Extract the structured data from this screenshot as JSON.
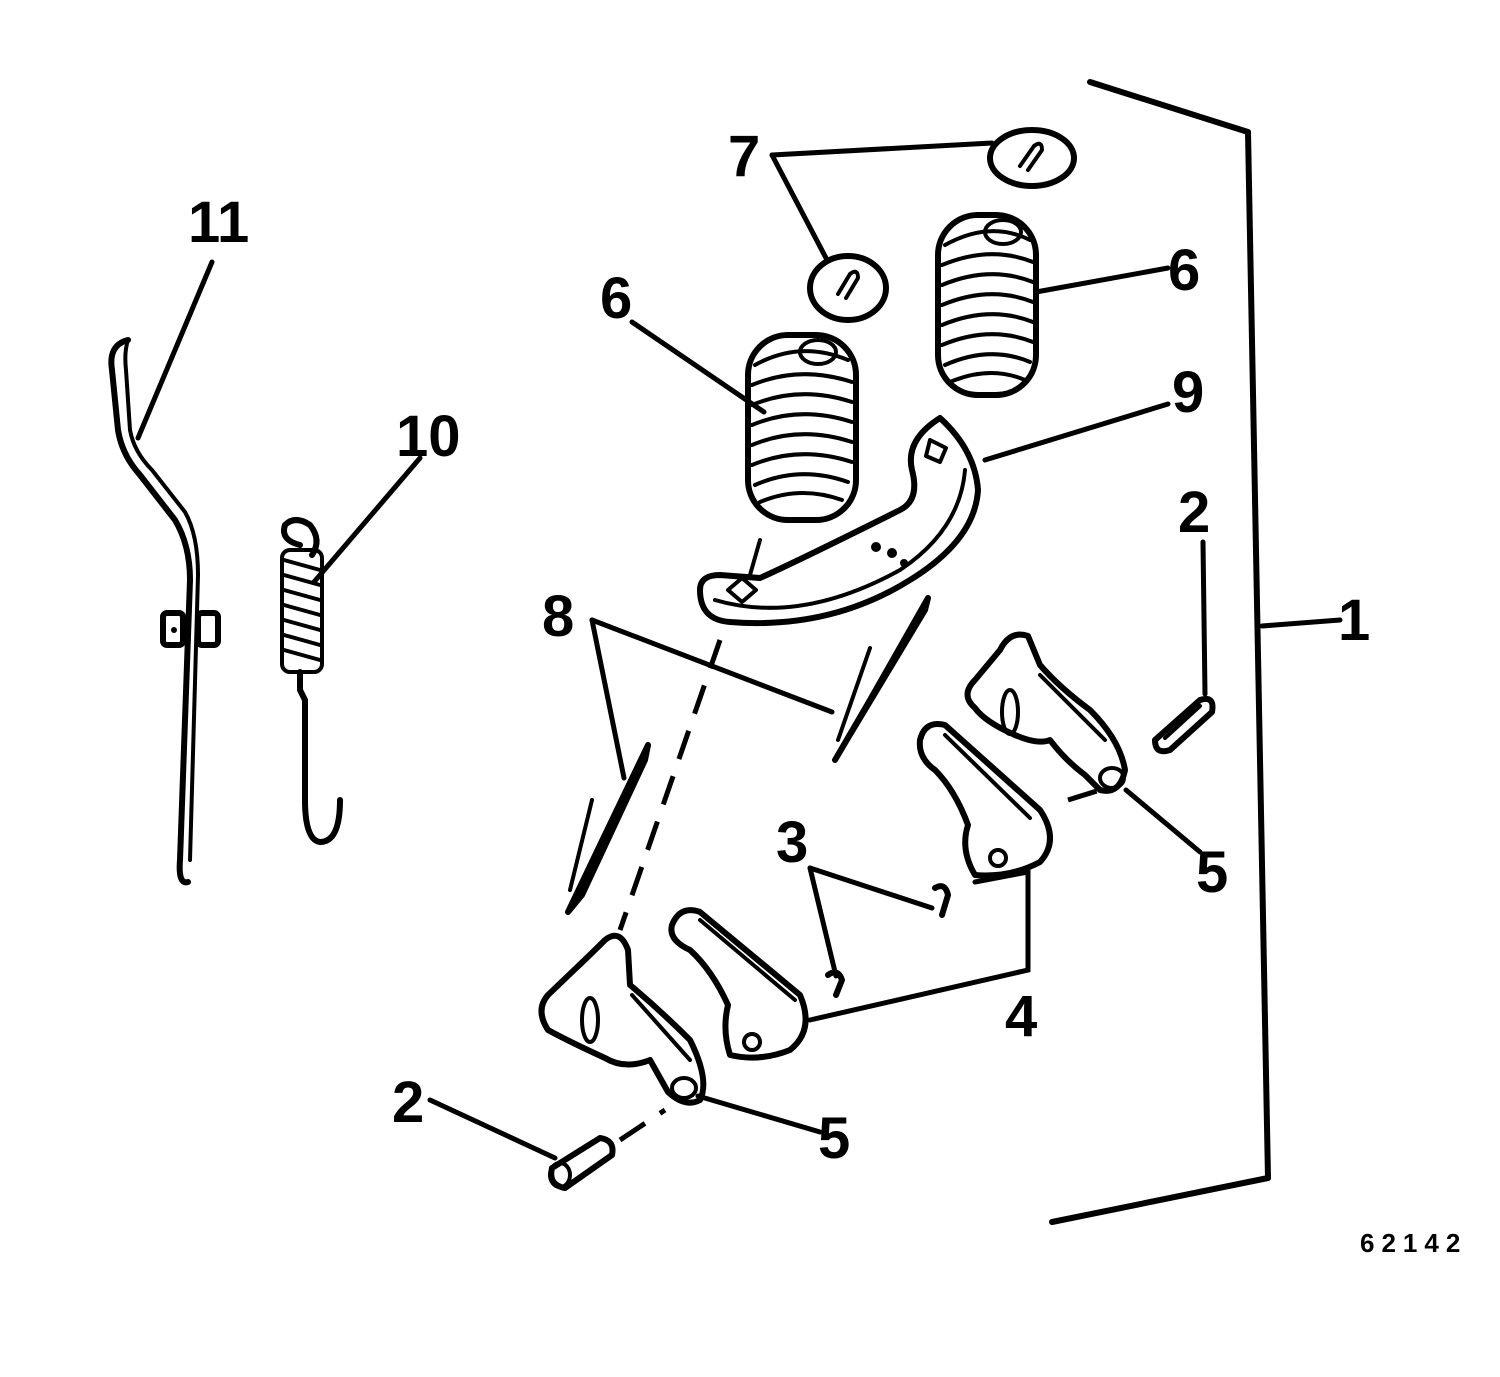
{
  "figure": {
    "number": "62142"
  },
  "callouts": {
    "c1": "1",
    "c2a": "2",
    "c2b": "2",
    "c3": "3",
    "c4": "4",
    "c5a": "5",
    "c5b": "5",
    "c6a": "6",
    "c6b": "6",
    "c7": "7",
    "c8": "8",
    "c9": "9",
    "c10": "10",
    "c11": "11"
  },
  "colors": {
    "ink": "#000000",
    "paper": "#ffffff"
  }
}
